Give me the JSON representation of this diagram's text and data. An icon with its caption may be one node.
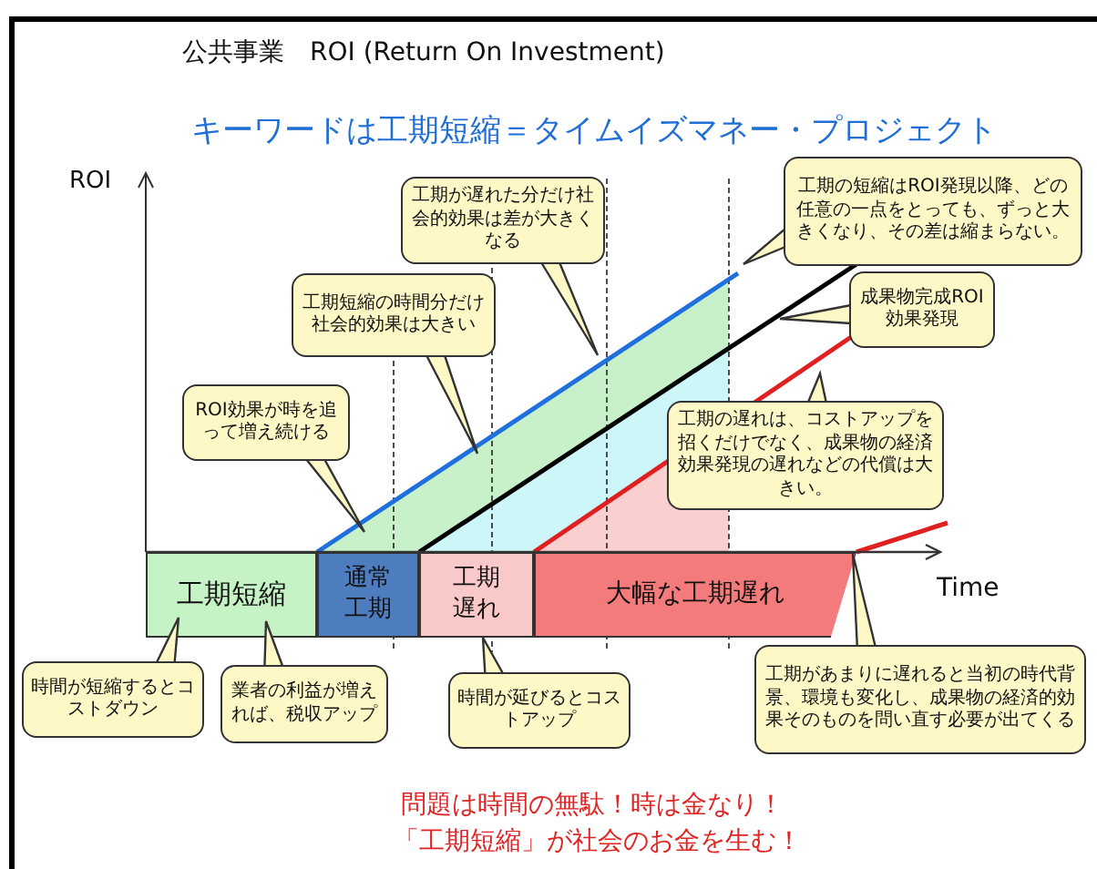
{
  "diagram": {
    "title": "公共事業　ROI (Return On Investment)",
    "nodes": [
      {
        "text": [
          "工期の短縮はROI発現以降、どの任意の一点をとっても、ずっと大きくなり、その差は縮まらない。"
        ]
      },
      {
        "text": [
          "工期が遅れた分だけ社会的効果は差が大きくなる"
        ]
      },
      {
        "text": [
          "工期短縮の時間分だけ社会的効果は大きい"
        ]
      },
      {
        "text": [
          "成果物完成ROI効果発現"
        ]
      },
      {
        "text": [
          "ROI効果が時を追って増え続ける"
        ]
      },
      {
        "text": [
          "工期の遅れは、コストアップを招くだけでなく、成果物の経済効果発現の遅れなどの代償は大きい。"
        ]
      },
      {
        "text": [
          "工期短縮"
        ]
      },
      {
        "text": [
          "通常工期"
        ]
      },
      {
        "text": [
          "工期遅れ"
        ]
      },
      {
        "text": [
          "大幅な工期遅れ"
        ]
      },
      {
        "text": [
          "時間が短縮するとコストダウン"
        ]
      },
      {
        "text": [
          "業者の利益が増えれば、税収アップ"
        ]
      },
      {
        "text": [
          "時間が延びるとコストアップ"
        ]
      },
      {
        "text": [
          "工期があまりに遅れると当初の時代背景、環境も変化し、成果物の経済的効果そのものを問い直す必要が出てくる"
        ]
      }
    ],
    "edges": [
      {
        "from": 0,
        "to": null,
        "arrow": "to"
      },
      {
        "from": 1,
        "to": null,
        "arrow": "to"
      },
      {
        "from": 2,
        "to": null,
        "arrow": "to"
      },
      {
        "from": 3,
        "to": null,
        "arrow": "to"
      },
      {
        "from": 4,
        "to": null,
        "arrow": "to"
      },
      {
        "from": 5,
        "to": null,
        "arrow": "to"
      },
      {
        "from": 10,
        "to": 6,
        "arrow": "to"
      },
      {
        "from": 11,
        "to": 6,
        "arrow": "to"
      },
      {
        "from": 12,
        "to": 8,
        "arrow": "to"
      },
      {
        "from": 13,
        "to": null,
        "arrow": "to"
      }
    ],
    "labels": [
      "キーワードは工期短縮＝タイムイズマネー・プロジェクト",
      "ROI",
      "Time",
      "問題は時間の無駄！時は金なり！",
      "「工期短縮」が社会のお金を生む！"
    ]
  }
}
